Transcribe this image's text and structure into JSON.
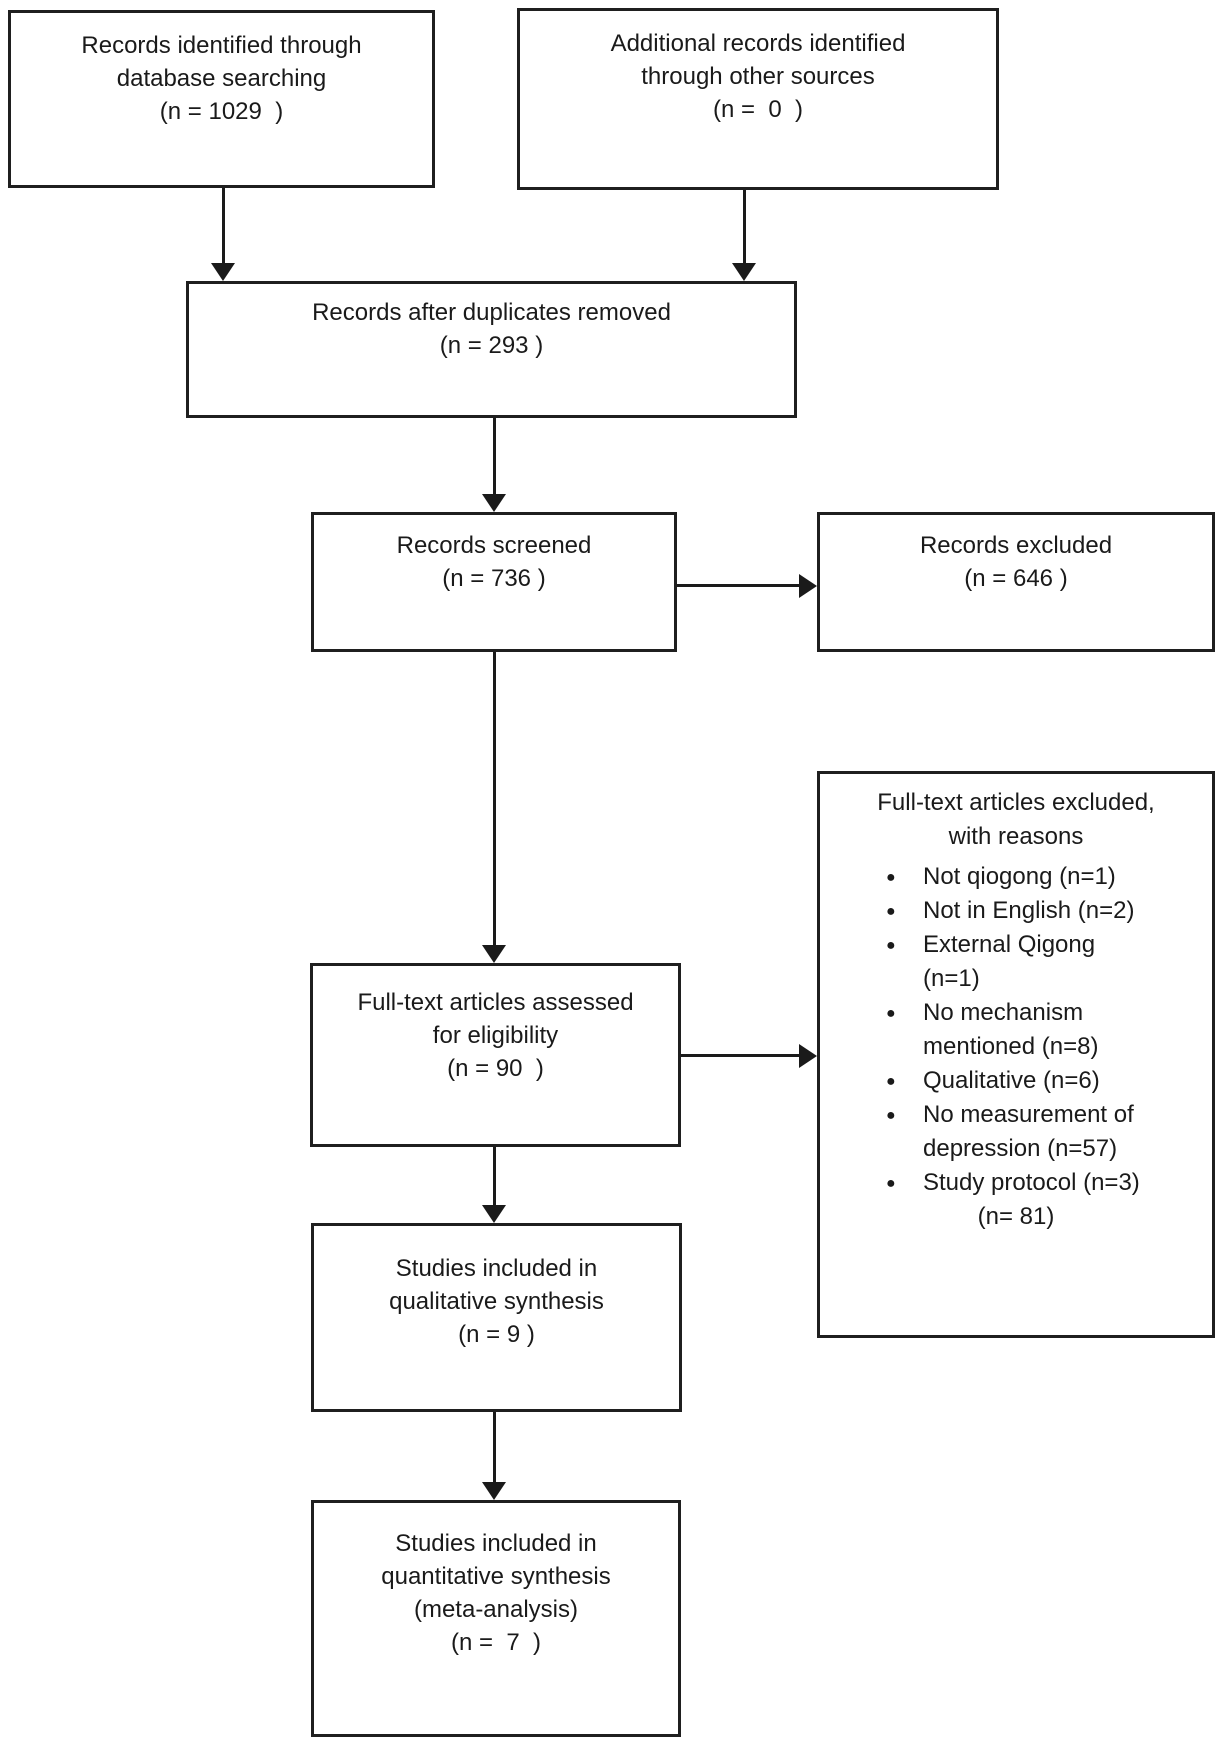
{
  "diagram": {
    "boxes": {
      "identification_db": {
        "label": "Records identified through\ndatabase searching\n(n = 1029  )"
      },
      "identification_other": {
        "label": "Additional records identified\nthrough other sources\n(n =  0  )"
      },
      "duplicates_removed": {
        "label": "Records after duplicates removed\n(n = 293 )"
      },
      "records_screened": {
        "label": "Records screened\n(n = 736 )"
      },
      "records_excluded": {
        "label": "Records excluded\n(n = 646 )"
      },
      "fulltext_assessed": {
        "label": "Full-text articles assessed\nfor eligibility\n(n = 90  )"
      },
      "fulltext_excluded": {
        "title": "Full-text articles excluded,\nwith reasons",
        "reasons": [
          "Not qiogong (n=1)",
          "Not in English (n=2)",
          "External Qigong\n(n=1)",
          "No mechanism\nmentioned (n=8)",
          "Qualitative (n=6)",
          "No measurement of\ndepression (n=57)",
          "Study protocol (n=3)"
        ],
        "total": "(n= 81)"
      },
      "qualitative_synthesis": {
        "label": "Studies included in\nqualitative synthesis\n(n = 9 )"
      },
      "quantitative_synthesis": {
        "label": "Studies included in\nquantitative synthesis\n(meta-analysis)\n(n =  7  )"
      }
    },
    "colors": {
      "line": "#1a1a1a",
      "border": "#1f1f1f",
      "background": "#ffffff"
    }
  }
}
